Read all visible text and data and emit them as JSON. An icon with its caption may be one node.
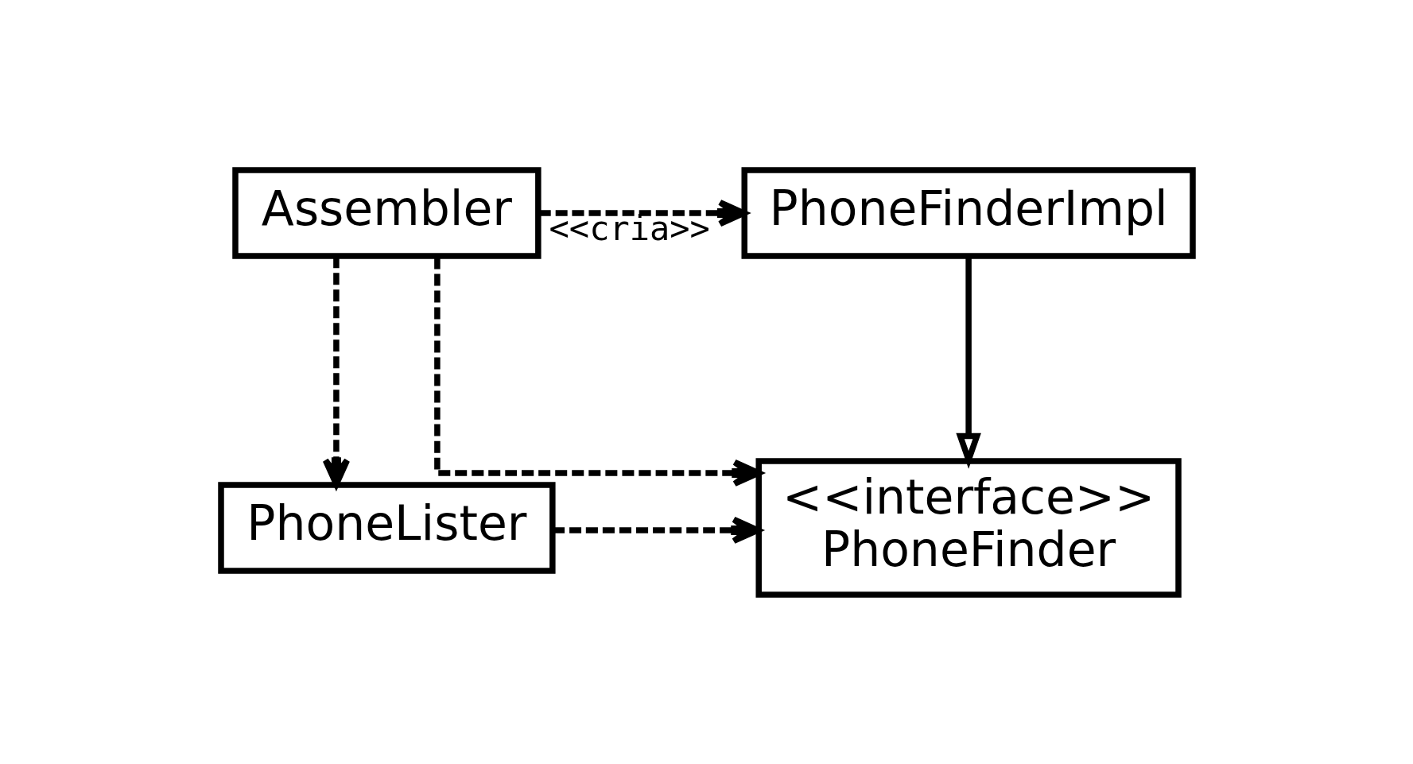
{
  "diagram": {
    "nodes": [
      {
        "text": [
          "PhoneLister"
        ]
      },
      {
        "text": [
          "<<interface>>",
          "PhoneFinder"
        ]
      },
      {
        "text": [
          "PhoneFinderImpl"
        ]
      },
      {
        "text": [
          "Assembler"
        ]
      }
    ],
    "edges": [
      {
        "from": 0,
        "to": 1,
        "arrow": "to",
        "style": "dashed"
      },
      {
        "from": 2,
        "to": 1,
        "arrow": "to"
      },
      {
        "from": 3,
        "to": 2,
        "arrow": "to",
        "style": "dashed",
        "label": "<<cria>>"
      },
      {
        "from": 3,
        "to": 1,
        "arrow": "to",
        "style": "dashed"
      },
      {
        "from": 3,
        "to": 0,
        "arrow": "to",
        "style": "dashed"
      }
    ]
  }
}
